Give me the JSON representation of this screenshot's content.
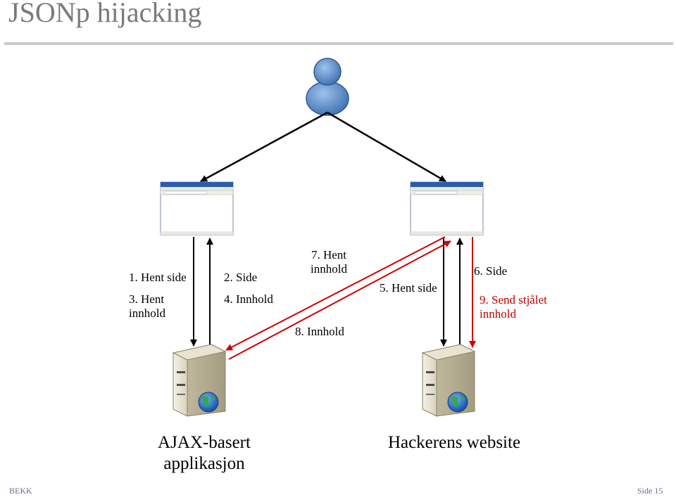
{
  "title": "JSONp hijacking",
  "labels": {
    "step1": "1. Hent side",
    "step2": "2. Side",
    "step3_line1": "3. Hent",
    "step3_line2": "innhold",
    "step4": "4. Innhold",
    "step5": "5. Hent side",
    "step6": "6. Side",
    "step7_line1": "7. Hent",
    "step7_line2": "innhold",
    "step8": "8. Innhold",
    "step9_line1": "9. Send stjålet",
    "step9_line2": "innhold"
  },
  "captions": {
    "left_line1": "AJAX-basert",
    "left_line2": "applikasjon",
    "right": "Hackerens website"
  },
  "footer": {
    "left": "BEKK",
    "right": "Side 15"
  },
  "colors": {
    "arrow_black": "#000000",
    "arrow_red": "#d00000",
    "user_icon": "#4f86c6",
    "browser_frame": "#2a5db0"
  },
  "icons": [
    "user-icon",
    "browser-window-icon",
    "server-icon",
    "globe-icon"
  ]
}
